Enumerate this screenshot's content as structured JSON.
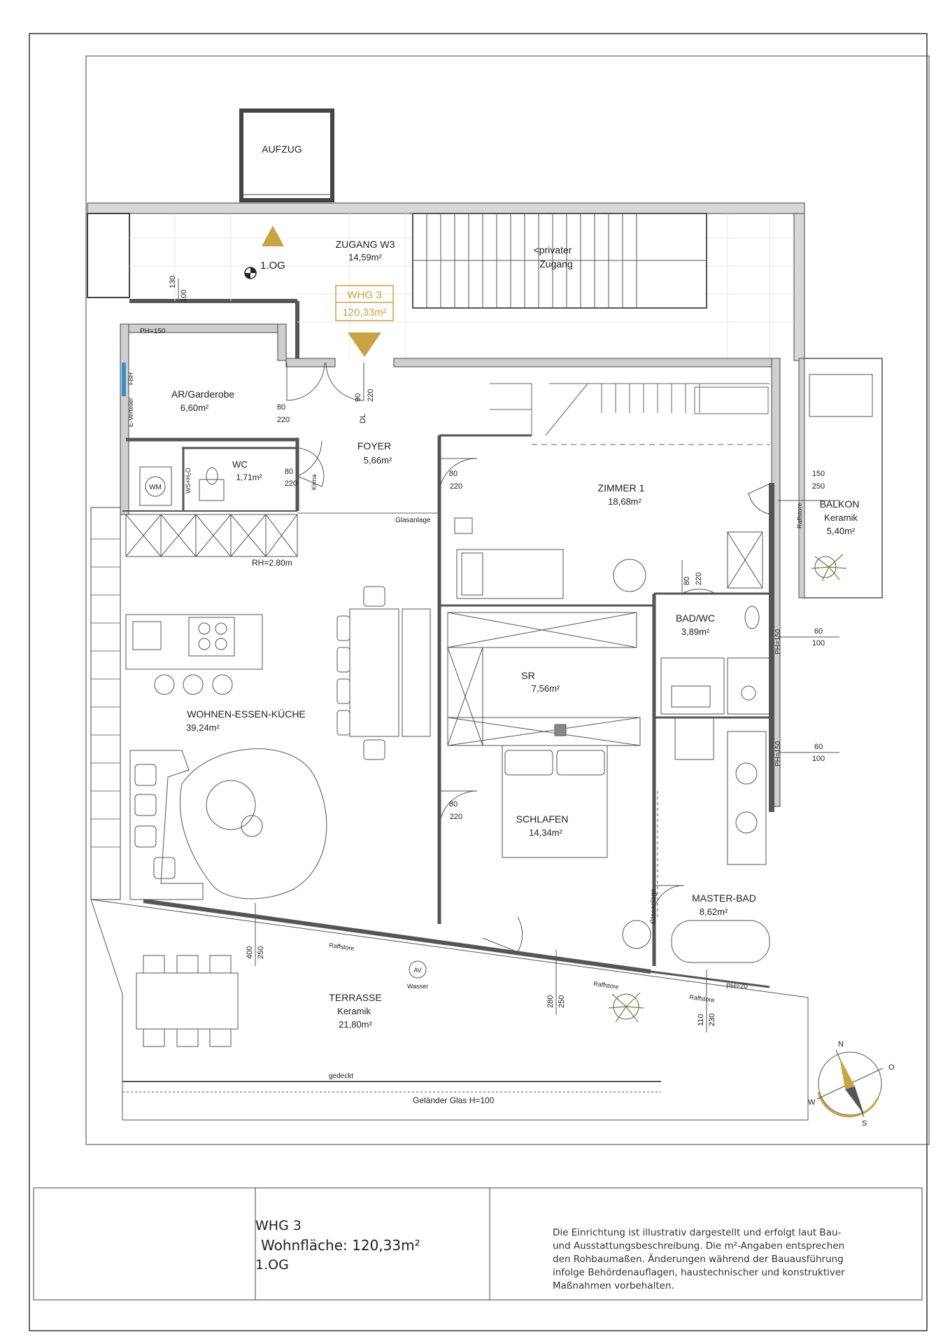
{
  "rooms": {
    "aufzug": "AUFZUG",
    "zugang_name": "ZUGANG W3",
    "zugang_area": "14,59m²",
    "privater": "<privater",
    "zugang": "Zugang",
    "level_marker": "1.OG",
    "wohnung_label": "WHG 3",
    "wohnung_area": "120,33m²",
    "garderobe_name": "AR/Garderobe",
    "garderobe_area": "6,60m²",
    "foyer_name": "FOYER",
    "foyer_area": "5,66m²",
    "wc_name": "WC",
    "wc_area": "1,71m²",
    "zimmer1_name": "ZIMMER 1",
    "zimmer1_area": "18,68m²",
    "balkon_name": "BALKON",
    "balkon_material": "Keramik",
    "balkon_area": "5,40m²",
    "bad_name": "BAD/WC",
    "bad_area": "3,89m²",
    "sr_name": "SR",
    "sr_area": "7,56m²",
    "wek_name": "WOHNEN-ESSEN-KÜCHE",
    "wek_area": "39,24m²",
    "schlafen_name": "SCHLAFEN",
    "schlafen_area": "14,34m²",
    "masterbad_name": "MASTER-BAD",
    "masterbad_area": "8,62m²",
    "terrasse_name": "TERRASSE",
    "terrasse_material": "Keramik",
    "terrasse_area": "21,80m²"
  },
  "labels": {
    "ph150_top": "PH=150",
    "fbh": "FBH",
    "e_verteiler": "E-Verteiler",
    "ws_h2o": "WS+H₂O",
    "wm": "WM",
    "klima": "Klima",
    "dl": "DL",
    "glasanlage_top": "Glasanlage",
    "rh": "RH=2.80m",
    "raffstore_balkon": "Raffstore",
    "ph150_bad": "PH=150",
    "ph150_master": "PH=150",
    "glasanlage_side": "Glasanlage",
    "raffstore_1": "Raffstore",
    "raffstore_2": "Raffstore",
    "raffstore_3": "Raffstore",
    "ph20": "PH=20",
    "av": "AV",
    "wasser": "Wasser",
    "gedeckt": "gedeckt",
    "gelaender": "Geländer Glas H=100"
  },
  "dims": {
    "d130": "130",
    "d100a": "100",
    "d80a": "80",
    "d220a": "220",
    "d90": "90",
    "d220b": "220",
    "d80b": "80",
    "d220c": "220",
    "d80c": "80",
    "d220d": "220",
    "d150": "150",
    "d250a": "250",
    "d80d": "80",
    "d220e": "220",
    "d60a": "60",
    "d100b": "100",
    "d60b": "60",
    "d100c": "100",
    "d80e": "80",
    "d220f": "220",
    "d400": "400",
    "d250b": "250",
    "d280": "280",
    "d250c": "250",
    "d110": "110",
    "d230": "230"
  },
  "compass": {
    "n": "N",
    "o": "O",
    "s": "S",
    "w": "W"
  },
  "info": {
    "line1": "WHG 3",
    "line2": "Wohnfläche: 120,33m²",
    "line3": "1.OG",
    "note": "Die Einrichtung ist illustrativ dargestellt und erfolgt laut Bau- und Ausstattungsbeschreibung. Die m²-Angaben entsprechen den Rohbaumaßen. Änderungen während der Bauausführung infolge Behördenauflagen, haustechnischer und konstruktiver Maßnahmen vorbehalten."
  },
  "colors": {
    "gold": "#c9a447",
    "wall": "#4a4a4a",
    "line": "#555555",
    "fbh_blue": "#3a8fc7"
  }
}
